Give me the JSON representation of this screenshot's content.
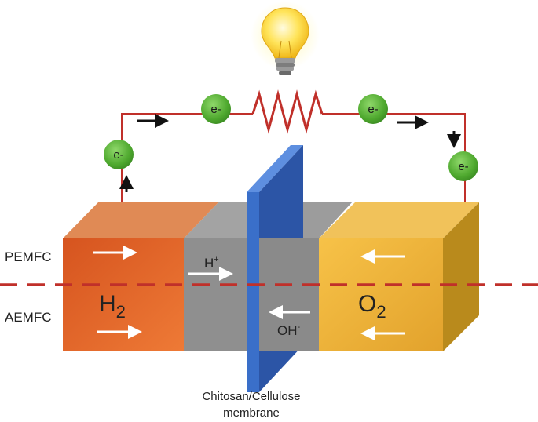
{
  "labels": {
    "pemfc": "PEMFC",
    "aemfc": "AEMFC",
    "h2_main": "H",
    "h2_sub": "2",
    "o2_main": "O",
    "o2_sub": "2",
    "h_plus_main": "H",
    "h_plus_sup": "+",
    "oh_minus_main": "OH",
    "oh_minus_sup": "-",
    "membrane_line1": "Chitosan/Cellulose",
    "membrane_line2": "membrane",
    "electron": "e-"
  },
  "colors": {
    "wire": "#c0302a",
    "electron_fill": "#5db53a",
    "anode": "#e0622a",
    "anode_top": "#e2834a",
    "electrolyte": "#8f8f8f",
    "membrane": "#3a6fc9",
    "cathode": "#f3b33a",
    "cathode_side": "#b98a1c",
    "dashed_divider": "#c0302a"
  },
  "icons": {
    "bulb": "lightbulb-icon",
    "resistor": "resistor-icon"
  }
}
